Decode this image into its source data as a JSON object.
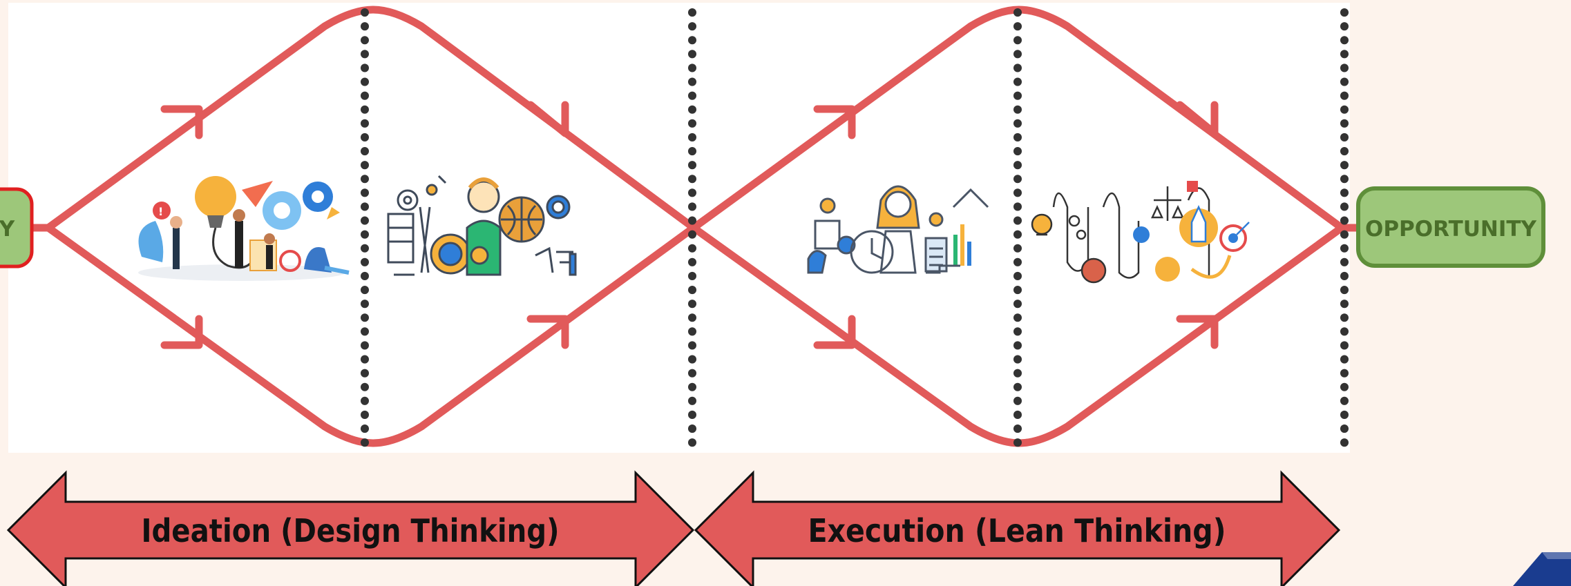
{
  "start_node": {
    "label": "Y"
  },
  "end_node": {
    "label": "OPPORTUNITY"
  },
  "phases": [
    {
      "label": "Ideation (Design Thinking)"
    },
    {
      "label": "Execution (Lean Thinking)"
    }
  ],
  "illustrations": [
    {
      "icon": "brainstorm-team-illustration"
    },
    {
      "icon": "engineer-tools-illustration"
    },
    {
      "icon": "analyst-woman-illustration"
    },
    {
      "icon": "idea-to-launch-rocket-illustration"
    }
  ],
  "colors": {
    "page_background": "#fdf3ec",
    "panel": "#ffffff",
    "path": "#e15a5a",
    "dots": "#333333",
    "phase_arrow": "#e15a5a",
    "pill_fill": "#9dc77a",
    "pill_border_start": "#e02020",
    "pill_border_end": "#5f8f3a",
    "pill_text": "#4a6e2a",
    "logo": "#1a3c8f"
  }
}
